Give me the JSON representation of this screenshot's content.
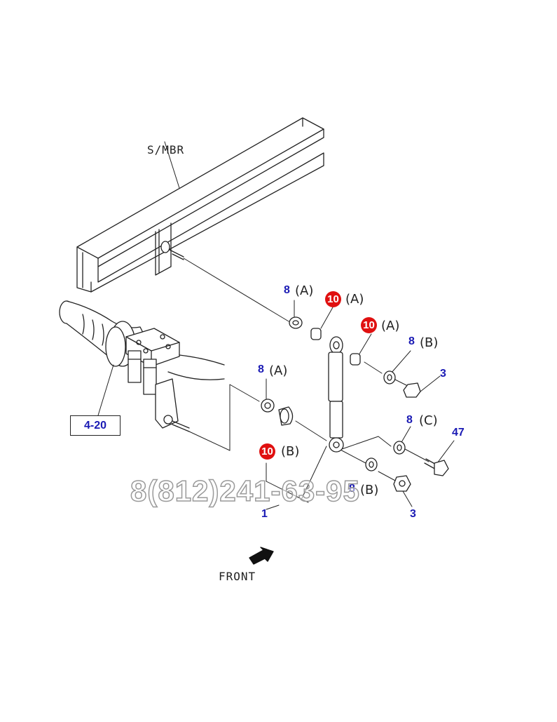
{
  "labels": {
    "frame": "S/MBR",
    "front": "FRONT",
    "ref_box": "4-20",
    "watermark": "8(812)241-63-95"
  },
  "callouts": [
    {
      "id": "c1",
      "num": "8",
      "sub": "(A)",
      "badge": false
    },
    {
      "id": "c2",
      "num": "10",
      "sub": "(A)",
      "badge": true
    },
    {
      "id": "c3",
      "num": "10",
      "sub": "(A)",
      "badge": true
    },
    {
      "id": "c4",
      "num": "8",
      "sub": "(B)",
      "badge": false
    },
    {
      "id": "c5",
      "num": "3",
      "sub": "",
      "badge": false
    },
    {
      "id": "c6",
      "num": "8",
      "sub": "(A)",
      "badge": false
    },
    {
      "id": "c7",
      "num": "8",
      "sub": "(C)",
      "badge": false
    },
    {
      "id": "c8",
      "num": "47",
      "sub": "",
      "badge": false
    },
    {
      "id": "c9",
      "num": "10",
      "sub": "(B)",
      "badge": true
    },
    {
      "id": "c10",
      "num": "8",
      "sub": "(B)",
      "badge": false
    },
    {
      "id": "c11",
      "num": "1",
      "sub": "",
      "badge": false
    },
    {
      "id": "c12",
      "num": "3",
      "sub": "",
      "badge": false
    }
  ],
  "colors": {
    "callout_number": "#1a1ab4",
    "badge": "#e01010",
    "line": "#222222"
  }
}
